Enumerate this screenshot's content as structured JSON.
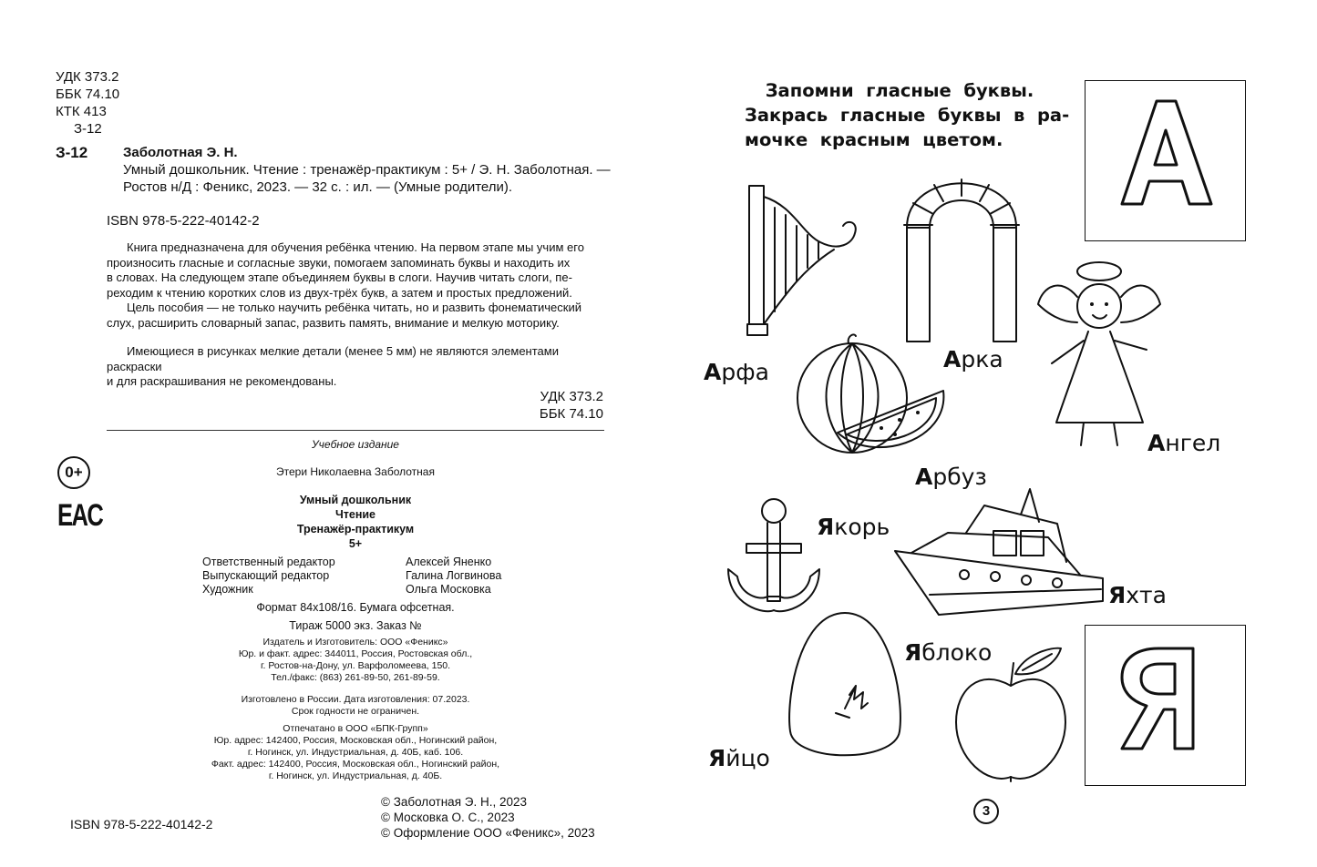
{
  "left_page": {
    "codes": [
      "УДК 373.2",
      "ББК 74.10",
      "КТК 413",
      "З-12"
    ],
    "catalog": {
      "mark": "З-12",
      "author": "Заболотная Э. Н.",
      "line1": "Умный дошкольник. Чтение : тренажёр-практикум : 5+ / Э. Н. Заболотная. —",
      "line2": "Ростов н/Д : Феникс, 2023. — 32 с. : ил. — (Умные родители)."
    },
    "isbn": "ISBN 978-5-222-40142-2",
    "description": [
      "Книга предназначена для обучения ребёнка чтению. На первом этапе мы учим его",
      "произносить гласные и согласные звуки, помогаем запоминать буквы и находить их",
      "в словах. На следующем этапе объединяем буквы в слоги. Научив читать слоги, пе-",
      "реходим к чтению коротких слов из двух-трёх букв, а затем и простых предложений.",
      "Цель пособия — не только научить ребёнка читать, но и развить фонематический",
      "слух, расширить словарный запас, развить память, внимание и мелкую моторику."
    ],
    "warning": [
      "Имеющиеся в рисунках мелкие детали (менее 5 мм) не являются элементами раскраски",
      "и для раскрашивания не рекомендованы."
    ],
    "codes_right": [
      "УДК 373.2",
      "ББК 74.10"
    ],
    "edition_type": "Учебное издание",
    "author_full": "Этери Николаевна Заболотная",
    "title_lines": [
      "Умный дошкольник",
      "Чтение",
      "Тренажёр-практикум",
      "5+"
    ],
    "staff": [
      {
        "role": "Ответственный редактор",
        "name": "Алексей Яненко"
      },
      {
        "role": "Выпускающий редактор",
        "name": "Галина Логвинова"
      },
      {
        "role": "Художник",
        "name": "Ольга Московка"
      }
    ],
    "format": "Формат 84x108/16. Бумага офсетная.",
    "print_run": "Тираж 5000 экз. Заказ №",
    "publisher": [
      "Издатель и Изготовитель: ООО «Феникс»",
      "Юр. и факт. адрес: 344011, Россия, Ростовская обл.,",
      "г. Ростов-на-Дону, ул. Варфоломеева, 150.",
      "Тел./факс: (863) 261-89-50, 261-89-59."
    ],
    "made": [
      "Изготовлено в России. Дата изготовления: 07.2023.",
      "Срок годности не ограничен."
    ],
    "printer": [
      "Отпечатано в  ООО «БПК-Групп»",
      "Юр. адрес: 142400, Россия, Московская обл., Ногинский район,",
      "г. Ногинск, ул. Индустриальная, д. 40Б, каб. 106.",
      "Факт. адрес: 142400, Россия, Московская обл., Ногинский район,",
      "г. Ногинск, ул. Индустриальная, д. 40Б."
    ],
    "age_badge": "0+",
    "eac": "EAC",
    "copyrights": [
      "© Заболотная Э. Н., 2023",
      "© Московка О. С., 2023",
      "© Оформление ООО «Феникс», 2023"
    ],
    "isbn_bottom": "ISBN 978-5-222-40142-2"
  },
  "right_page": {
    "instruction": [
      "Запомни  гласные  буквы.",
      "Закрась  гласные  буквы  в  ра-",
      "мочке  красным  цветом."
    ],
    "letter_a": "А",
    "letter_ya": "Я",
    "words": [
      {
        "first": "А",
        "rest": "рфа"
      },
      {
        "first": "А",
        "rest": "рка"
      },
      {
        "first": "А",
        "rest": "нгел"
      },
      {
        "first": "А",
        "rest": "рбуз"
      },
      {
        "first": "Я",
        "rest": "корь"
      },
      {
        "first": "Я",
        "rest": "хта"
      },
      {
        "first": "Я",
        "rest": "блоко"
      },
      {
        "first": "Я",
        "rest": "йцо"
      }
    ],
    "page_number": "3"
  }
}
